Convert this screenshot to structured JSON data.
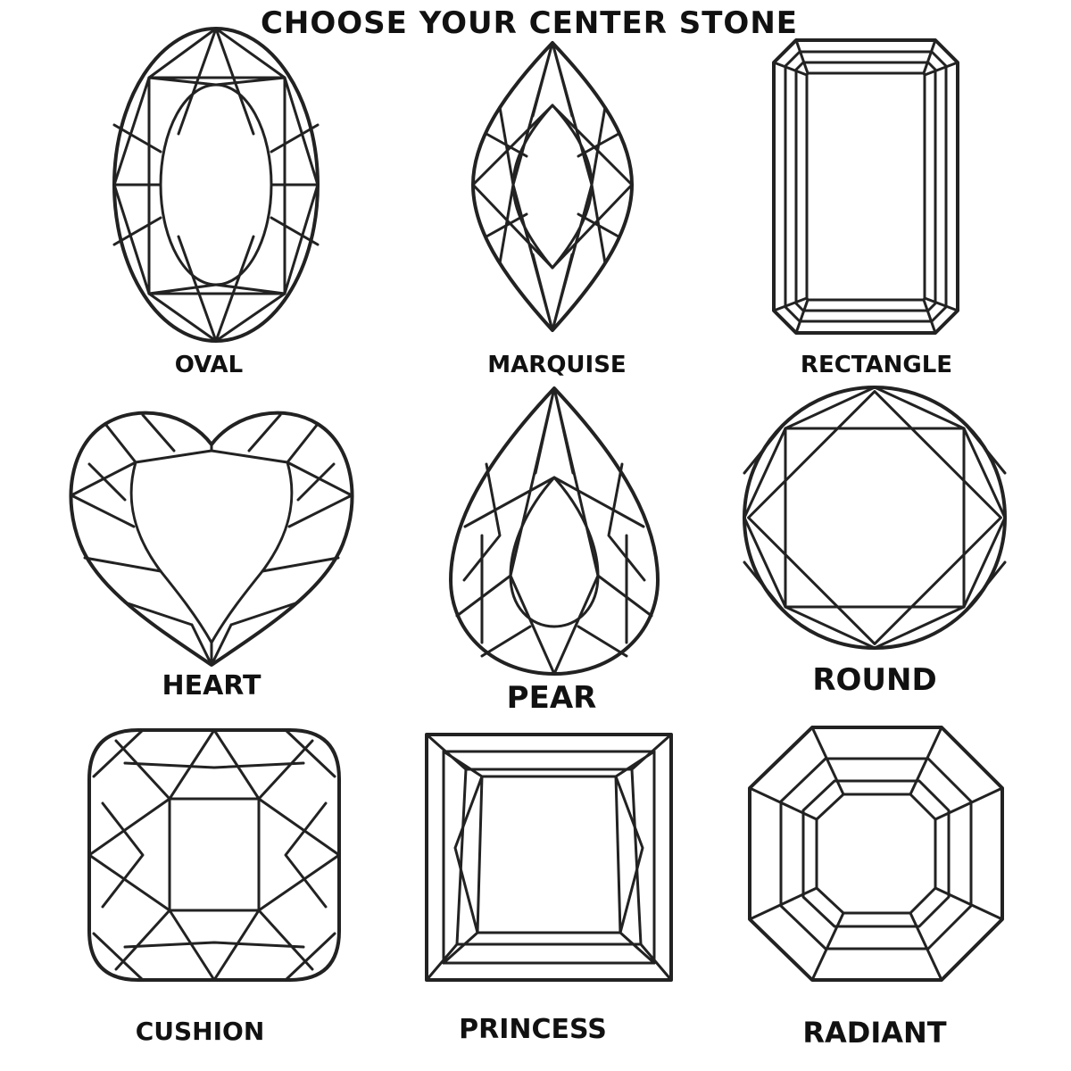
{
  "title": "CHOOSE YOUR CENTER STONE",
  "colors": {
    "line": "#222222",
    "background": "#ffffff"
  },
  "stones": [
    {
      "id": "oval",
      "label": "OVAL"
    },
    {
      "id": "marquise",
      "label": "MARQUISE"
    },
    {
      "id": "rectangle",
      "label": "RECTANGLE"
    },
    {
      "id": "heart",
      "label": "HEART"
    },
    {
      "id": "pear",
      "label": "PEAR"
    },
    {
      "id": "round",
      "label": "ROUND"
    },
    {
      "id": "cushion",
      "label": "CUSHION"
    },
    {
      "id": "princess",
      "label": "PRINCESS"
    },
    {
      "id": "radiant",
      "label": "RADIANT"
    }
  ]
}
